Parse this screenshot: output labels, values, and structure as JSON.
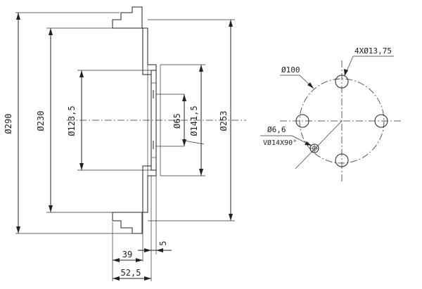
{
  "drawing": {
    "section_view": {
      "outer_diameter": "Ø290",
      "flange_diameter": "Ø230",
      "inner_bore_diameter": "Ø123,5",
      "hub_diameter": "Ø65",
      "pcd_diameter": "Ø141,5",
      "drum_diameter": "Ø253",
      "width_a": "39",
      "width_b": "52,5",
      "hub_thickness": "5"
    },
    "front_view": {
      "pitch_circle": "Ø100",
      "bolt_holes": "4XØ13,75",
      "small_hole": "Ø6,6",
      "countersink": "VØ14X90°"
    }
  }
}
